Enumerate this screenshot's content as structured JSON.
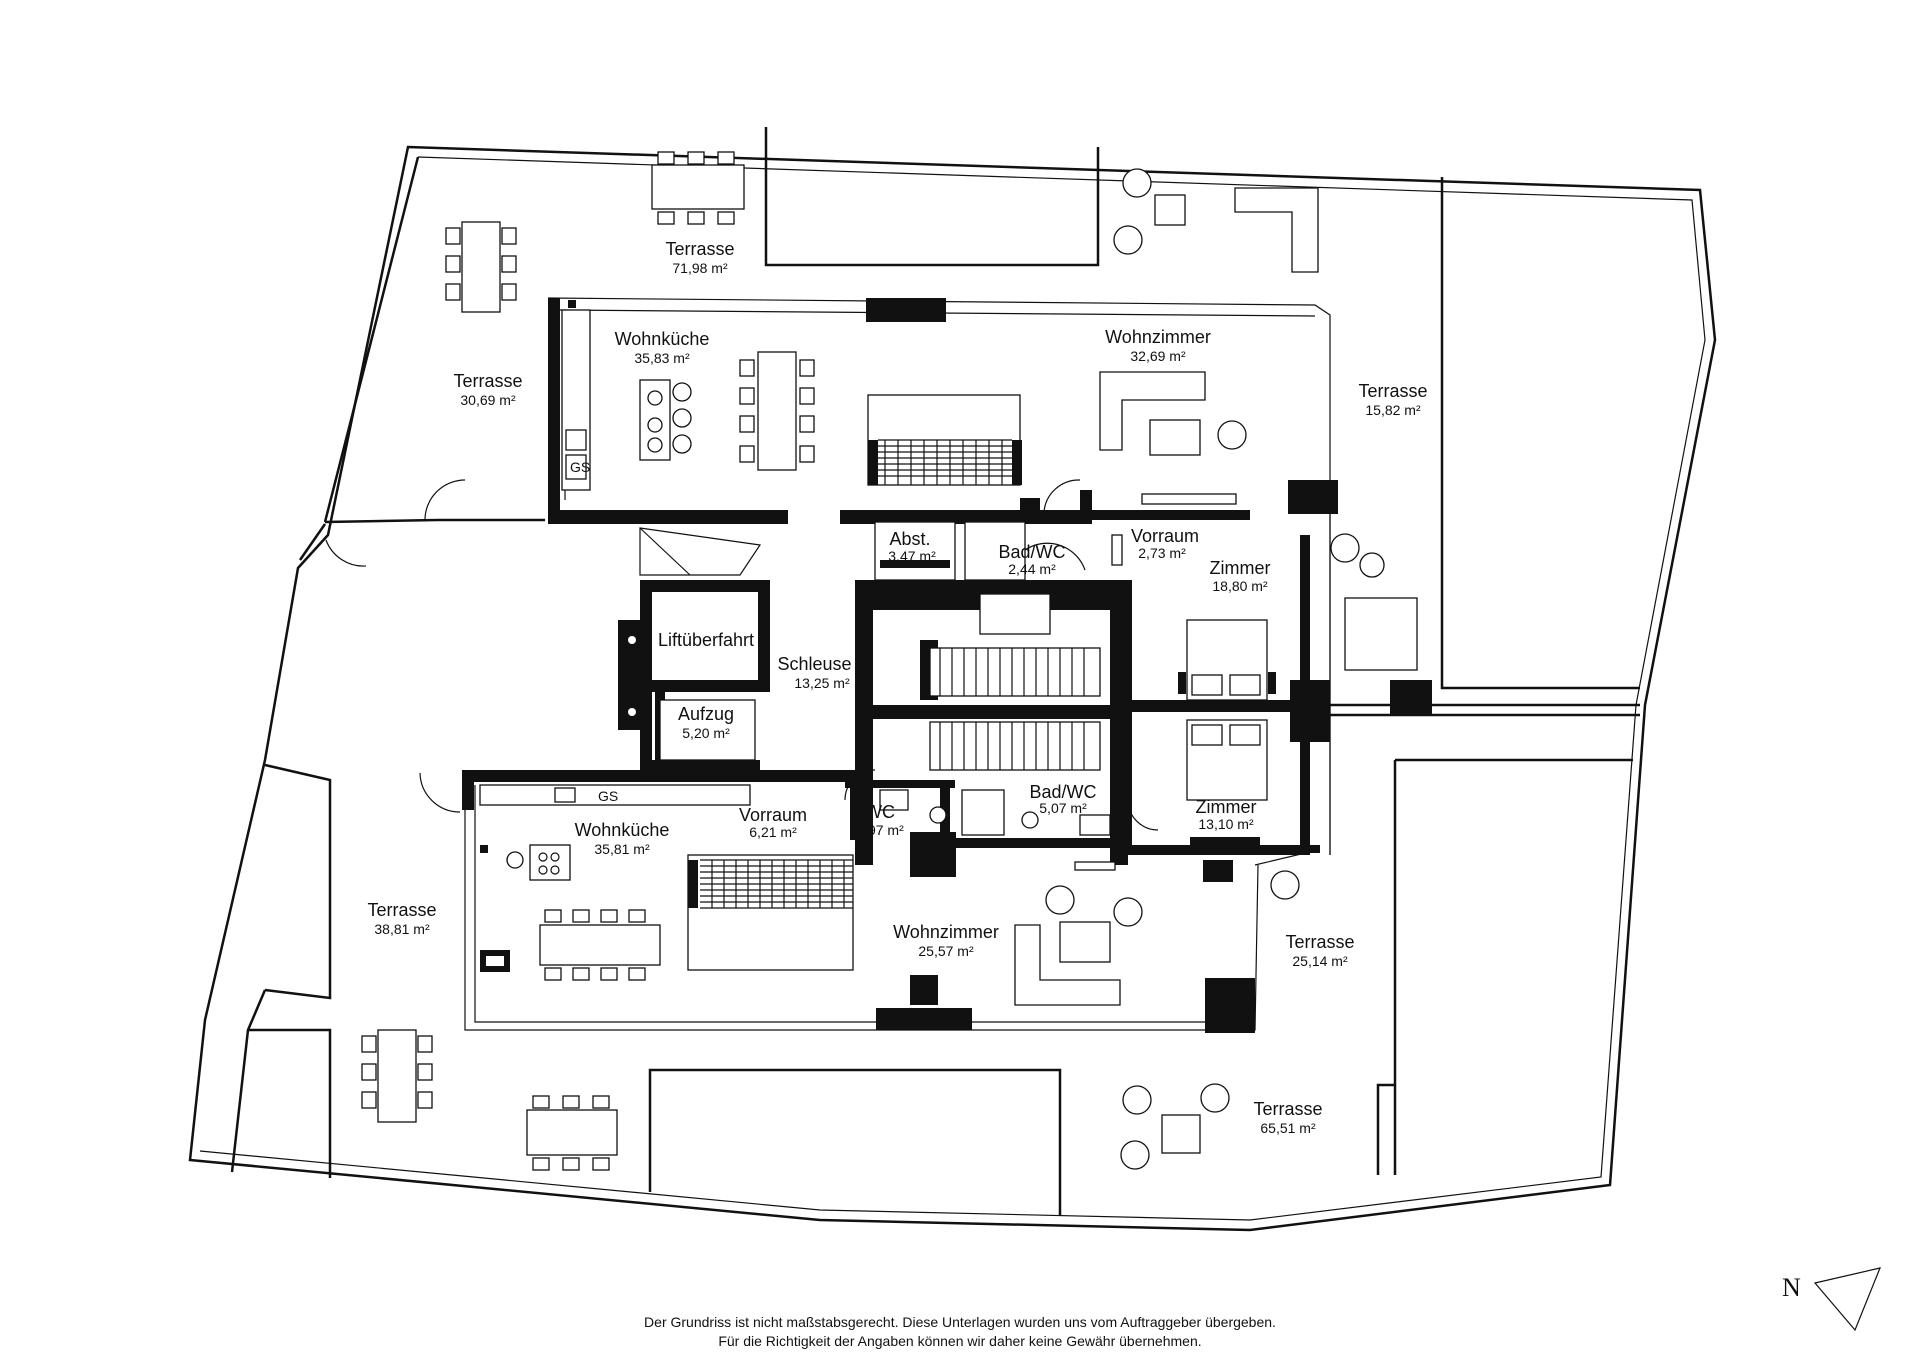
{
  "rooms": {
    "terrasse_top": {
      "name": "Terrasse",
      "area": "71,98 m²"
    },
    "terrasse_left_top": {
      "name": "Terrasse",
      "area": "30,69 m²"
    },
    "wohnkueche_top": {
      "name": "Wohnküche",
      "area": "35,83 m²"
    },
    "wohnzimmer_top": {
      "name": "Wohnzimmer",
      "area": "32,69 m²"
    },
    "terrasse_right_top": {
      "name": "Terrasse",
      "area": "15,82 m²"
    },
    "abst": {
      "name": "Abst.",
      "area": "3,47 m²"
    },
    "badwc_top": {
      "name": "Bad/WC",
      "area": "2,44 m²"
    },
    "vorraum_top": {
      "name": "Vorraum",
      "area": "2,73 m²"
    },
    "zimmer_top": {
      "name": "Zimmer",
      "area": "18,80 m²"
    },
    "liftueberfahrt": {
      "name": "Liftüberfahrt",
      "area": ""
    },
    "schleuse": {
      "name": "Schleuse 1",
      "area": "13,25 m²"
    },
    "aufzug": {
      "name": "Aufzug",
      "area": "5,20 m²"
    },
    "wohnkueche_bottom": {
      "name": "Wohnküche",
      "area": "35,81 m²"
    },
    "vorraum_bottom": {
      "name": "Vorraum",
      "area": "6,21 m²"
    },
    "wc": {
      "name": "WC",
      "area": "2,97 m²"
    },
    "badwc_bottom": {
      "name": "Bad/WC",
      "area": "5,07 m²"
    },
    "zimmer_bottom": {
      "name": "Zimmer",
      "area": "13,10 m²"
    },
    "terrasse_left_bottom": {
      "name": "Terrasse",
      "area": "38,81 m²"
    },
    "wohnzimmer_bottom": {
      "name": "Wohnzimmer",
      "area": "25,57 m²"
    },
    "terrasse_right_bottom": {
      "name": "Terrasse",
      "area": "25,14 m²"
    },
    "terrasse_bottom": {
      "name": "Terrasse",
      "area": "65,51 m²"
    }
  },
  "labels": {
    "gs_top": "GS",
    "gs_bottom": "GS"
  },
  "disclaimer": {
    "line1": "Der Grundriss ist nicht maßstabsgerecht. Diese Unterlagen wurden uns vom Auftraggeber übergeben.",
    "line2": "Für die Richtigkeit der Angaben können wir daher keine Gewähr übernehmen."
  },
  "north": {
    "label": "N"
  },
  "colors": {
    "wall": "#111111",
    "background": "#ffffff"
  }
}
